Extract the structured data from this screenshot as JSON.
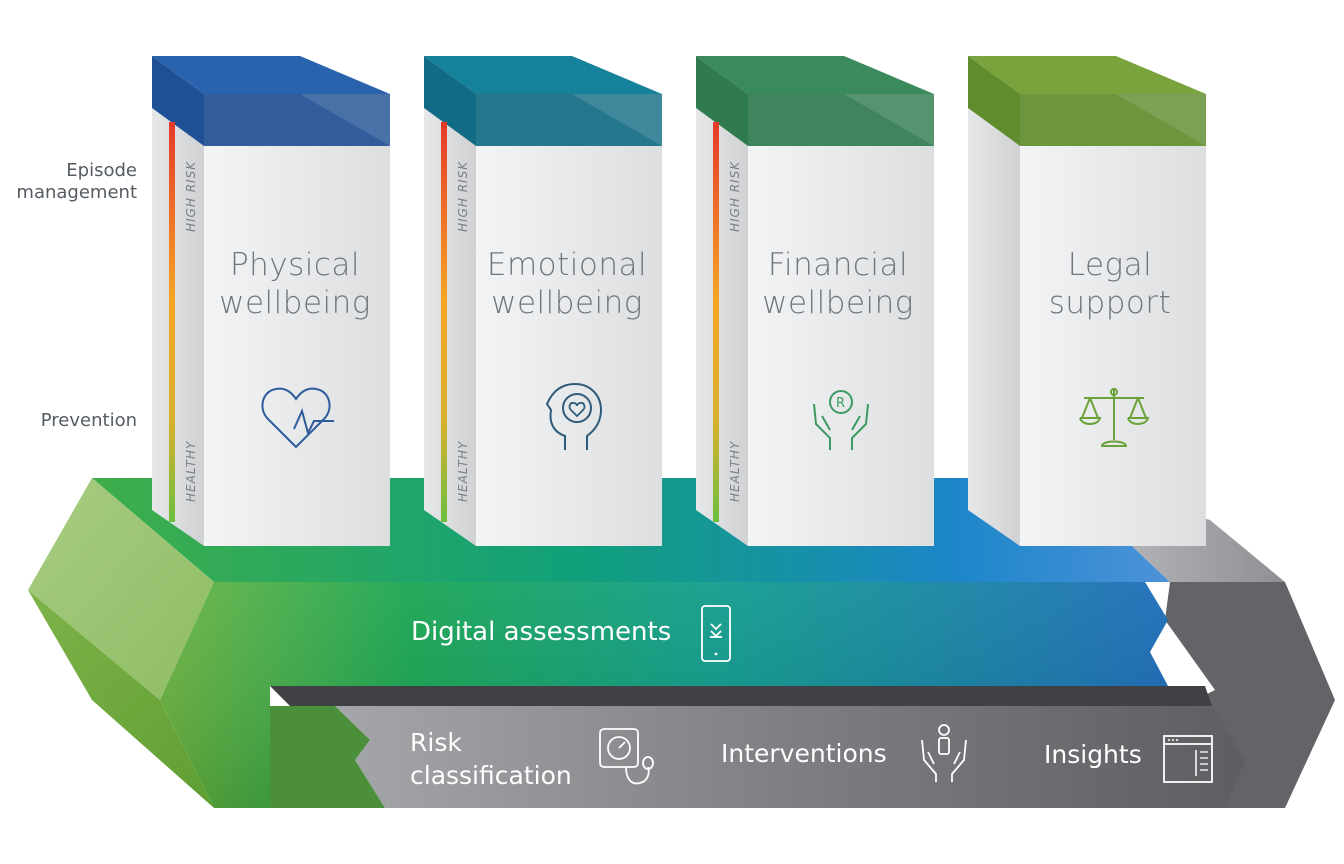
{
  "side_labels": {
    "episode": [
      "Episode",
      "management"
    ],
    "prevention": "Prevention"
  },
  "pillars": [
    {
      "title": [
        "Physical",
        "wellbeing"
      ],
      "icon": "heart-pulse-icon",
      "high": "HIGH RISK",
      "low": "HEALTHY",
      "cap": "#2a63ad",
      "cap_dark": "#1f4f94",
      "icon_color": "#2d5b9c",
      "has_gauge": true
    },
    {
      "title": [
        "Emotional",
        "wellbeing"
      ],
      "icon": "head-heart-icon",
      "high": "HIGH RISK",
      "low": "HEALTHY",
      "cap": "#16819a",
      "cap_dark": "#126b84",
      "icon_color": "#2d5b7c",
      "has_gauge": true
    },
    {
      "title": [
        "Financial",
        "wellbeing"
      ],
      "icon": "hands-coin-icon",
      "high": "HIGH RISK",
      "low": "HEALTHY",
      "cap": "#3b8a5c",
      "cap_dark": "#2f7a4e",
      "icon_color": "#3c9a62",
      "has_gauge": true
    },
    {
      "title": [
        "Legal",
        "support"
      ],
      "icon": "scales-icon",
      "high": "",
      "low": "",
      "cap": "#7aa33d",
      "cap_dark": "#5f8c2c",
      "icon_color": "#6ca23a",
      "has_gauge": false
    }
  ],
  "bands": {
    "digital": {
      "label": "Digital assessments",
      "icon": "smartphone-icon"
    },
    "risk": {
      "label": [
        "Risk",
        "classification"
      ],
      "icon": "blood-pressure-icon"
    },
    "interventions": {
      "label": "Interventions",
      "icon": "person-hands-icon"
    },
    "insights": {
      "label": "Insights",
      "icon": "document-window-icon"
    }
  },
  "colors": {
    "green_light": "#9cc56c",
    "green": "#5aa83c",
    "teal": "#0a9c86",
    "blue": "#1a6fb3",
    "gray": "#747679",
    "gray_dark": "#56585b"
  }
}
